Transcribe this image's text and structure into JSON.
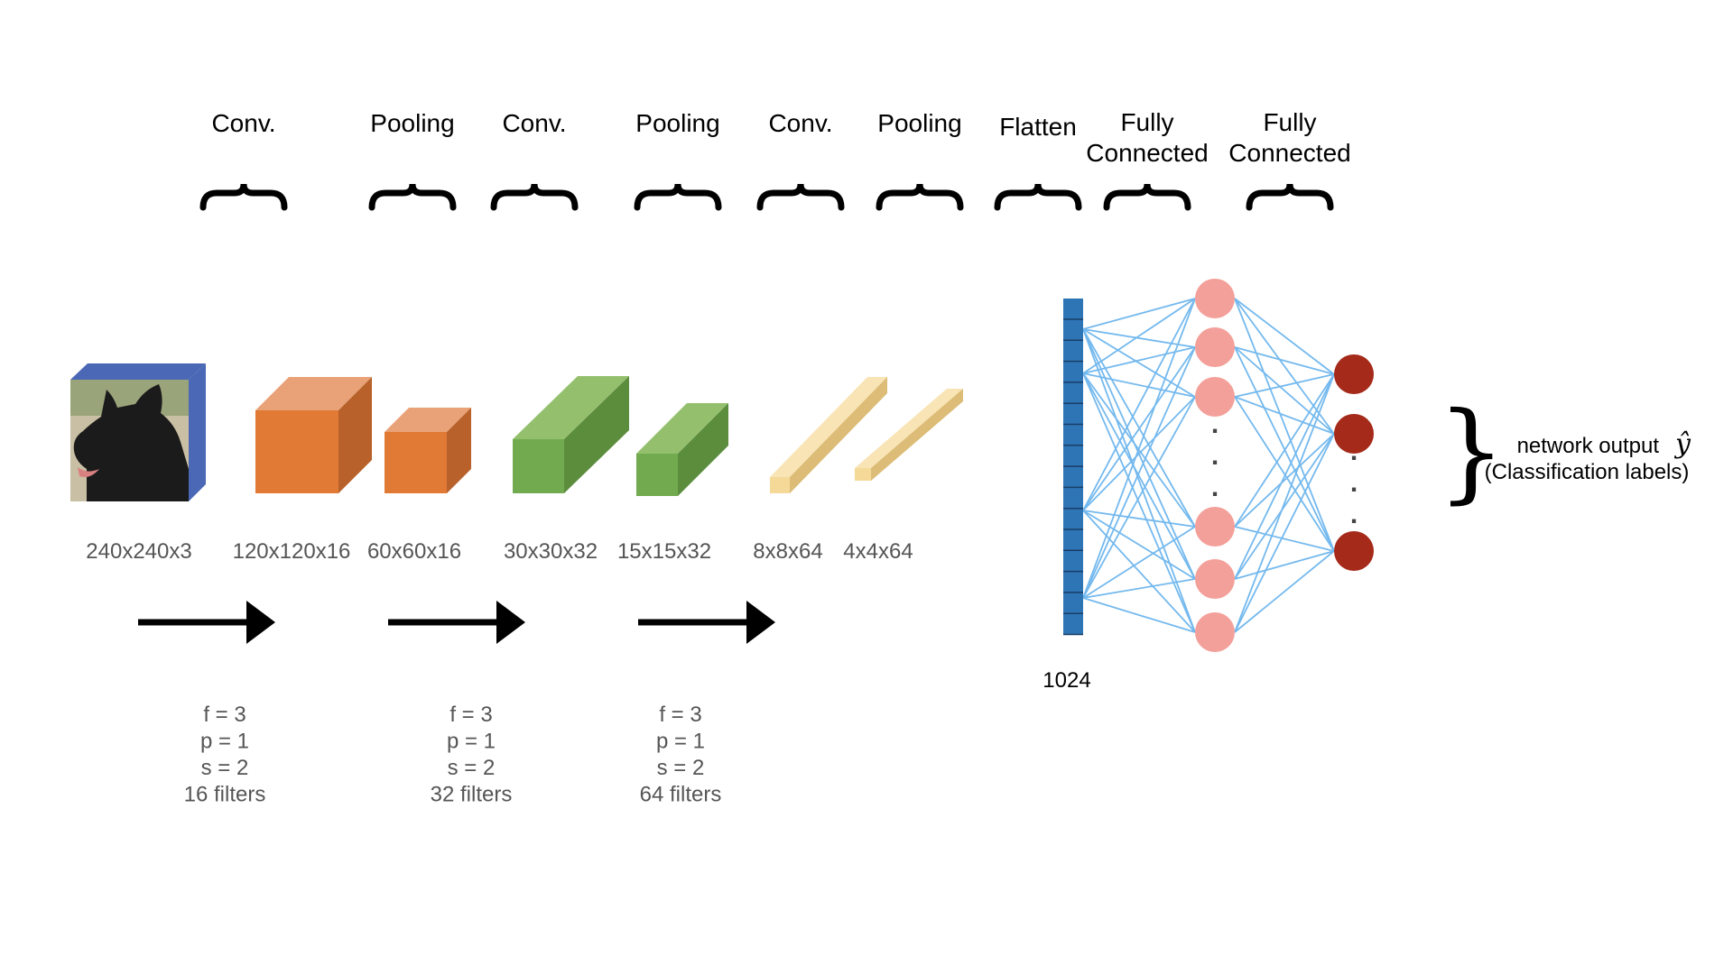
{
  "stage_labels": [
    [
      "Conv."
    ],
    [
      "Pooling"
    ],
    [
      "Conv."
    ],
    [
      "Pooling"
    ],
    [
      "Conv."
    ],
    [
      "Pooling"
    ],
    [
      "Flatten"
    ],
    [
      "Fully",
      "Connected"
    ],
    [
      "Fully",
      "Connected"
    ]
  ],
  "dimensions": [
    "240x240x3",
    "120x120x16",
    "60x60x16",
    "30x30x32",
    "15x15x32",
    "8x8x64",
    "4x4x64"
  ],
  "conv_params": [
    [
      "f = 3",
      "p = 1",
      "s = 2",
      "16 filters"
    ],
    [
      "f = 3",
      "p = 1",
      "s = 2",
      "32 filters"
    ],
    [
      "f = 3",
      "p = 1",
      "s = 2",
      "64 filters"
    ]
  ],
  "flatten_size": "1024",
  "dots_glyph": ".",
  "output": {
    "brace": "}",
    "line1": "network output",
    "symbol": "ŷ",
    "line2": "(Classification labels)"
  },
  "colors": {
    "input_side": "#4a68b5",
    "orange_front": "#e07a35",
    "orange_top": "#e9a277",
    "orange_side": "#b8612a",
    "green_front": "#72ab4f",
    "green_top": "#94c06e",
    "green_side": "#5c8d3d",
    "yellow_front": "#f5d999",
    "yellow_top": "#f8e4b4",
    "yellow_side": "#dcbc76",
    "flatten_bar": "#2e75b6",
    "hidden_node": "#f4a09a",
    "output_node": "#a52a1a",
    "edges": "#74b9ee",
    "arrow": "#000000"
  }
}
